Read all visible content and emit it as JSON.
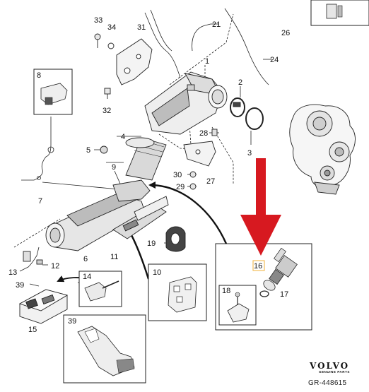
{
  "diagram": {
    "callouts": {
      "c1": "1",
      "c2": "2",
      "c3": "3",
      "c4": "4",
      "c5": "5",
      "c6": "6",
      "c7": "7",
      "c8": "8",
      "c9": "9",
      "c10": "10",
      "c11": "11",
      "c12": "12",
      "c13": "13",
      "c14": "14",
      "c15": "15",
      "c16": "16",
      "c17": "17",
      "c18": "18",
      "c19": "19",
      "c21": "21",
      "c24": "24",
      "c26": "26",
      "c27": "27",
      "c28": "28",
      "c29": "29",
      "c30": "30",
      "c31": "31",
      "c32": "32",
      "c33": "33",
      "c34": "34",
      "c39a": "39",
      "c39b": "39"
    },
    "highlighted_part": "16",
    "highlight_arrow_color": "#d71920",
    "highlight_box_color": "#f2b84b"
  },
  "brand": {
    "name": "VOLVO",
    "tagline": "GENUINE PARTS",
    "reference": "GR-448615"
  }
}
